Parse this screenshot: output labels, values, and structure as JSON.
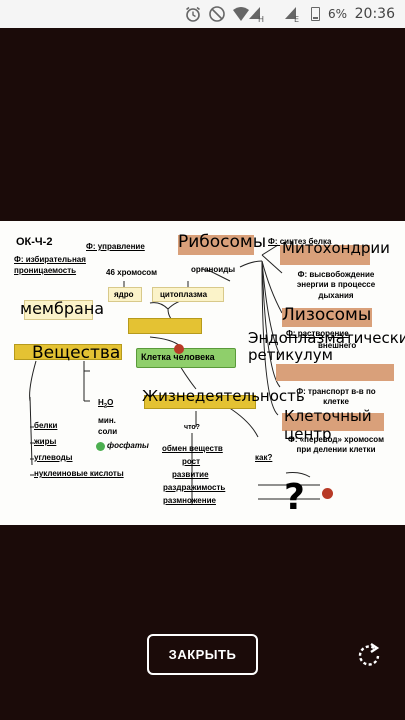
{
  "status_bar": {
    "time": "20:36",
    "battery": "6%",
    "network_h": "H",
    "network_e": "E",
    "icons": [
      "alarm-icon",
      "silent-icon",
      "wifi-icon",
      "signal-icon",
      "signal-icon",
      "battery-icon"
    ]
  },
  "photo": {
    "code": "ОК-Ч-2",
    "nucleus_function": "Ф: управление",
    "membrane_function": "Ф: избирательная проницаемость",
    "membrane": "мембрана",
    "chromosomes": "46 хромосом",
    "organoids": "органоиды",
    "nucleus": "ядро",
    "cytoplasm": "цитоплазма",
    "ribosomes": "Рибосомы",
    "ribosomes_function": "Ф: синтез белка",
    "mitochondria": "Митохондрии",
    "mitochondria_function": "Ф: высвобождение энергии в процессе дыхания",
    "lysosomes": "Лизосомы",
    "lysosomes_function": "Ф: растворение",
    "lysosomes_function_2": "внешнего",
    "er": "Эндоплазматический ретикулум",
    "er_function": "Ф: транспорт в-в по клетке",
    "centrosome": "Клеточный центр",
    "centrosome_function": "Ф: «перевод» хромосом при делении клетки",
    "substances": "Вещества",
    "cell": "Клетка человека",
    "vital_activity": "Жизнедеятельность",
    "water_h": "H",
    "water_sub": "2",
    "water_o": "O",
    "mineral_salts": "мин. соли",
    "phosphates": "фосфаты",
    "proteins": "белки",
    "fats": "жиры",
    "carbohydrates": "углеводы",
    "nucleic_acids": "нуклеиновые кислоты",
    "what": "что?",
    "how": "как?",
    "metabolism": "обмен веществ",
    "growth": "рост",
    "development": "развитие",
    "irritability": "раздражимость",
    "reproduction": "размножение",
    "question_mark": "?"
  },
  "close_label": "ЗАКРЫТЬ",
  "colors": {
    "background": "#1b0b09",
    "tan_box": "#d9a07a",
    "yellow_box": "#e4c233",
    "green_box": "#8fcf6b",
    "red_dot": "#b83a26",
    "green_dot": "#4caf50"
  }
}
